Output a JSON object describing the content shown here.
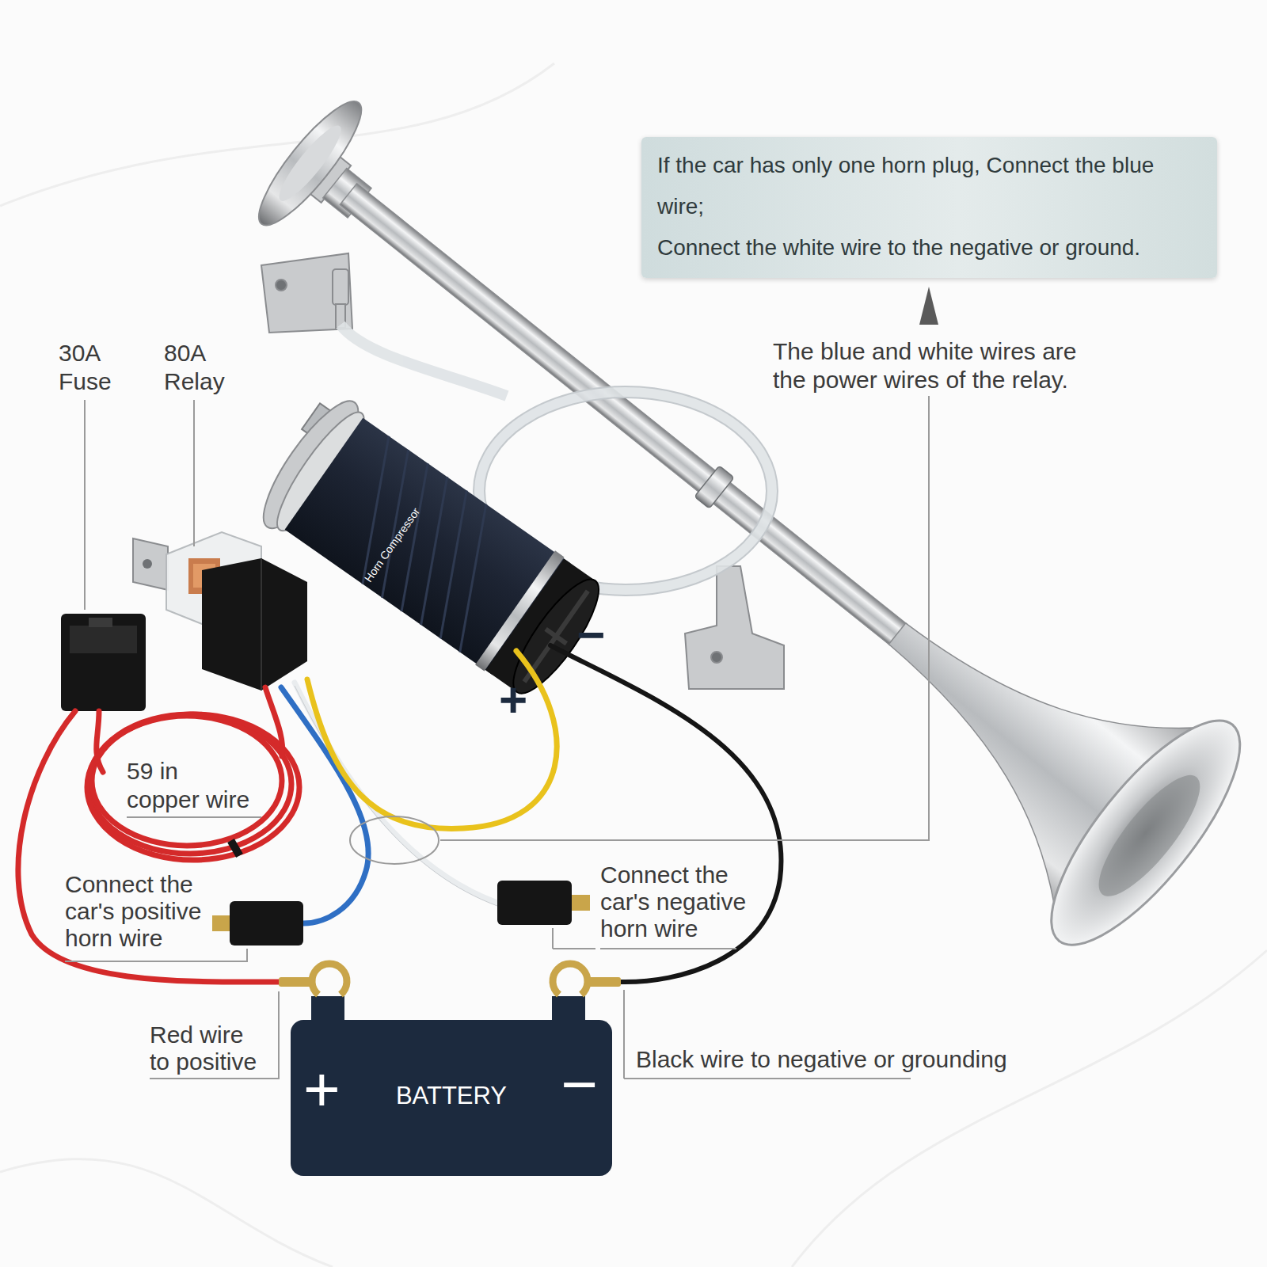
{
  "diagram": {
    "nodes": [
      {
        "text": [
          "If the car has only one horn plug, Connect the blue wire;",
          "Connect the white wire to the negative or ground."
        ]
      },
      {
        "text": [
          "+",
          "BATTERY",
          "−"
        ]
      }
    ],
    "labels": [
      "30A Fuse",
      "80A Relay",
      "The blue and white wires are the power wires of the relay.",
      "Horn Compressor",
      "+",
      "−",
      "59 in copper wire",
      "Connect the car's positive horn wire",
      "Connect the car's negative horn wire",
      "Red wire to positive",
      "Black wire to negative or grounding"
    ]
  }
}
